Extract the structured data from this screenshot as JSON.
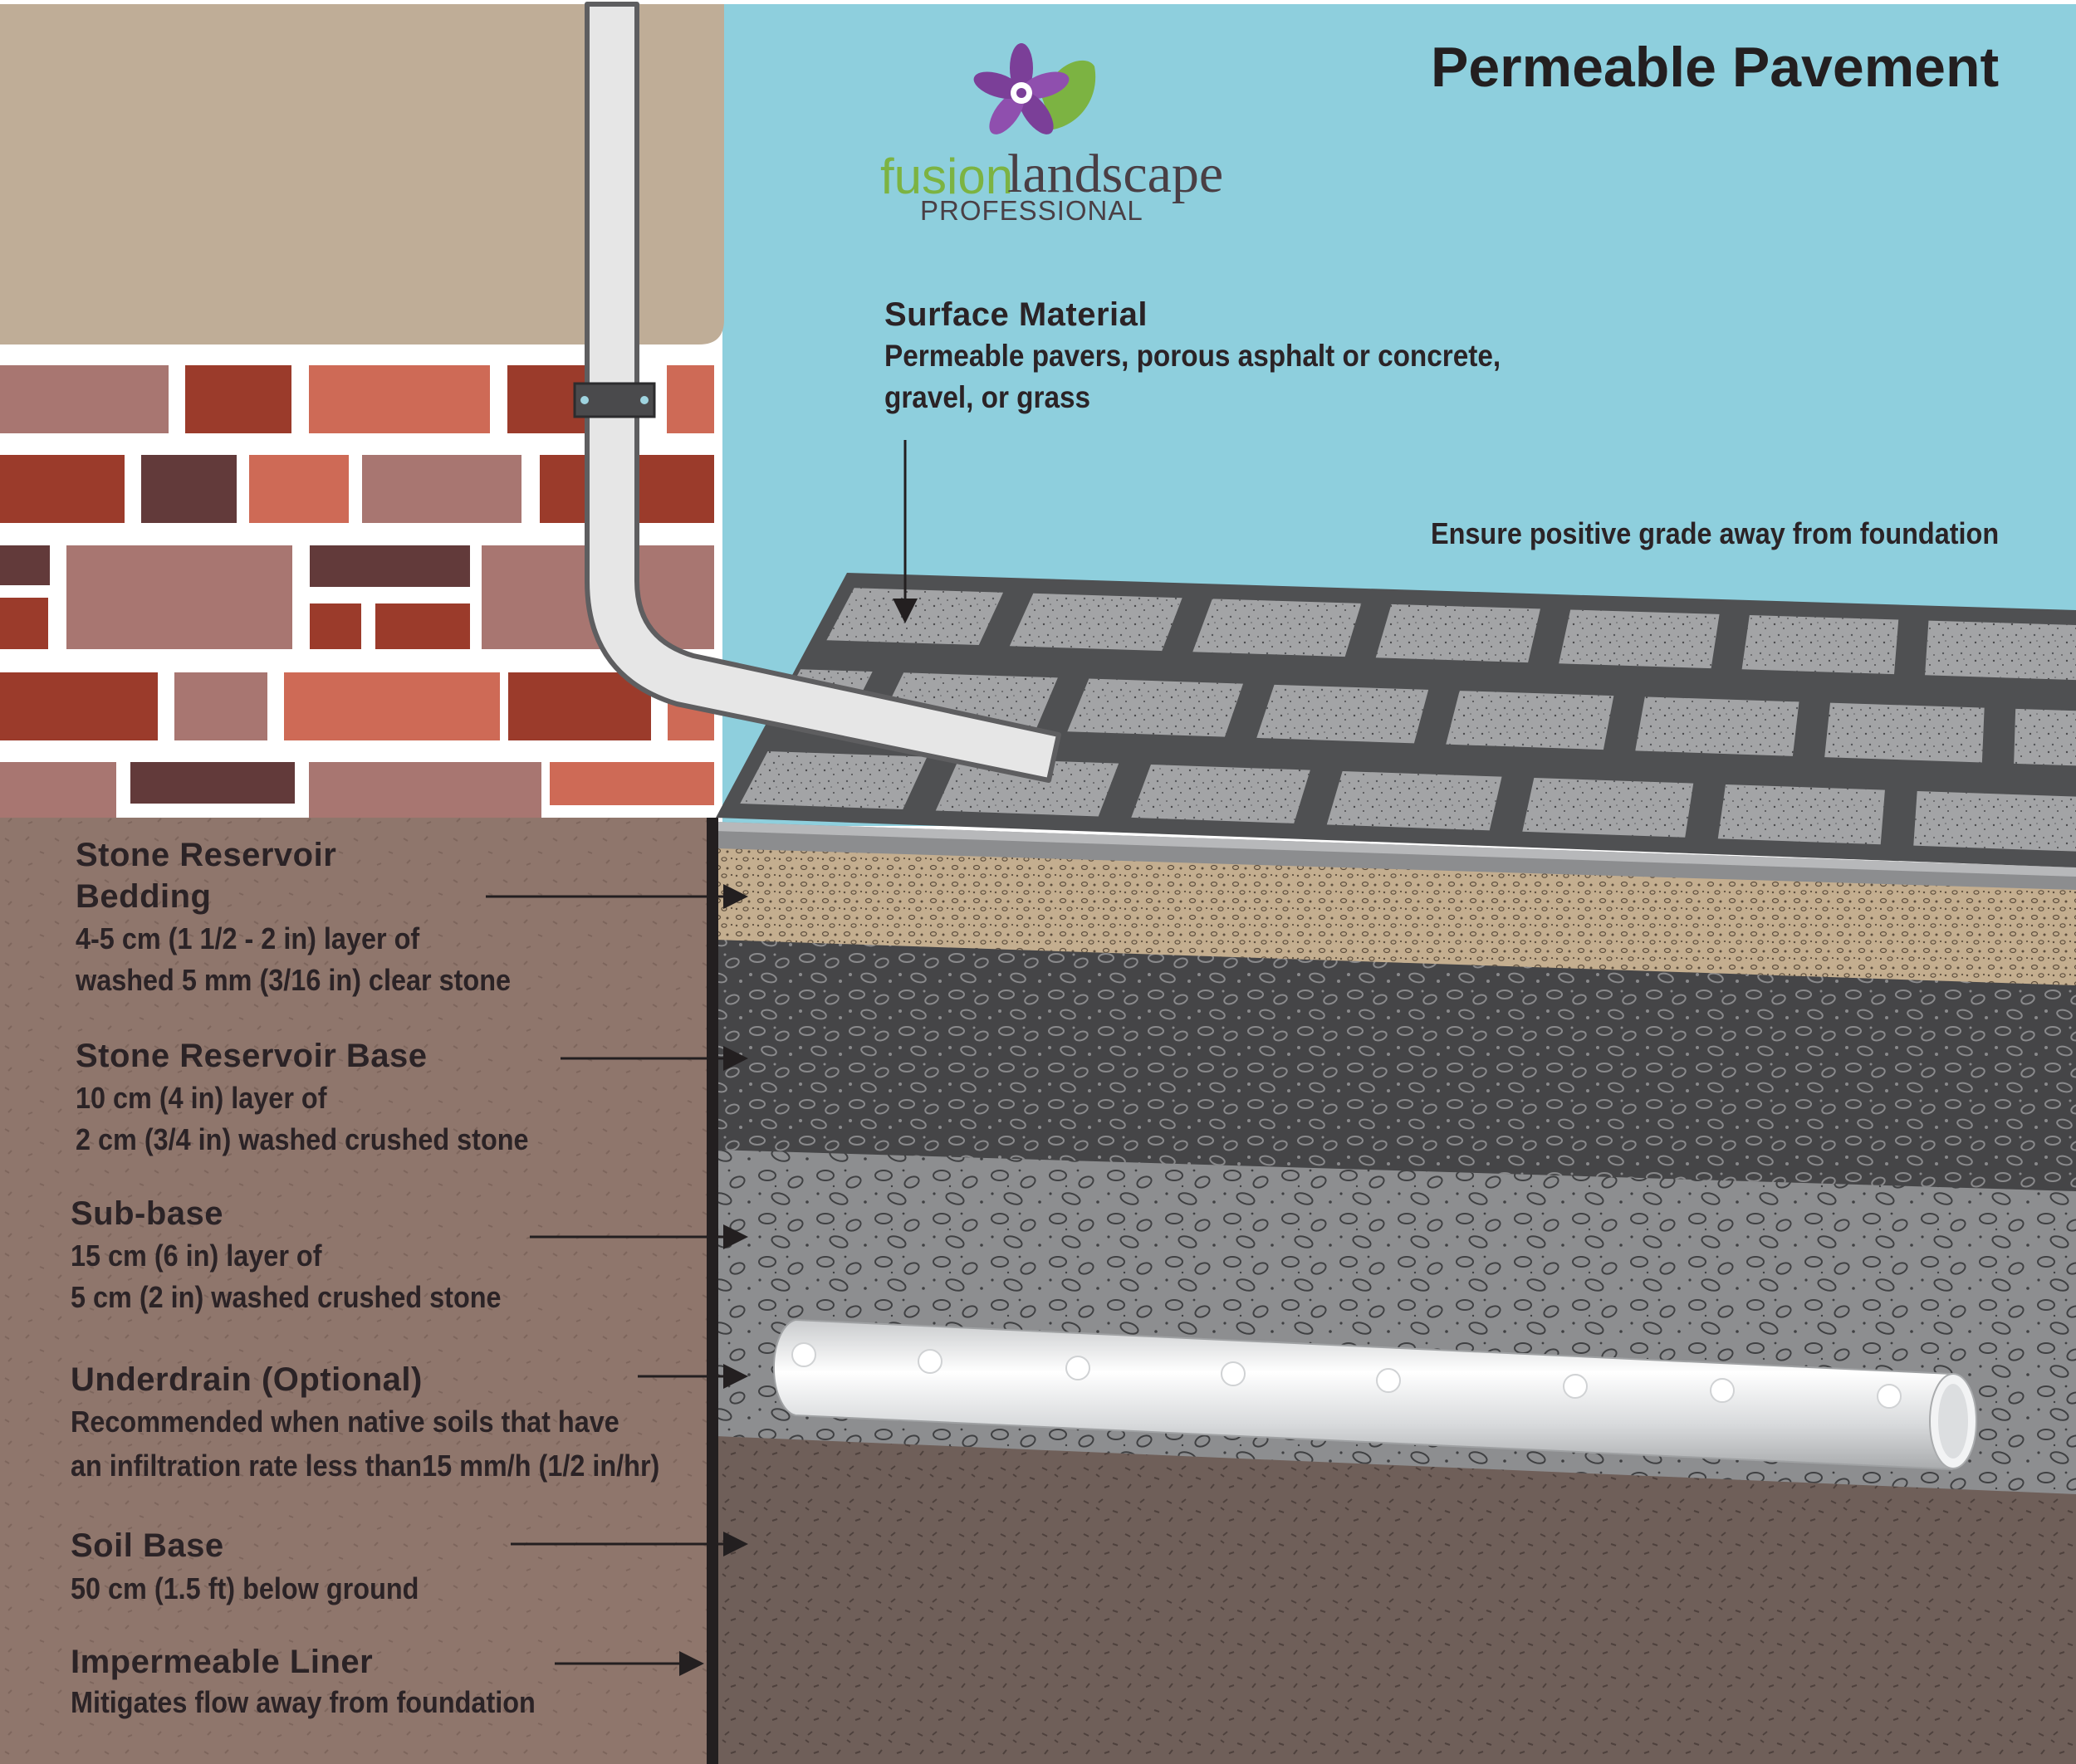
{
  "title": "Permeable Pavement",
  "logo": {
    "brand_primary": "fusion",
    "brand_secondary": "landscape",
    "tagline": "PROFESSIONAL",
    "colors": {
      "petals": "#7b3f98",
      "leaf": "#7cb342"
    }
  },
  "surface": {
    "heading": "Surface Material",
    "line1": "Permeable pavers, porous asphalt or concrete,",
    "line2": "gravel, or grass"
  },
  "grade_note": "Ensure positive grade away from foundation",
  "layers": [
    {
      "heading1": "Stone Reservoir",
      "heading2": "Bedding",
      "desc1": "4-5 cm  (1 1/2 - 2 in) layer of",
      "desc2": "washed 5 mm (3/16 in) clear stone"
    },
    {
      "heading": "Stone Reservoir Base",
      "desc1": "10 cm (4 in) layer of",
      "desc2": "2 cm (3/4 in) washed crushed stone"
    },
    {
      "heading": "Sub-base",
      "desc1": "15 cm (6 in) layer of",
      "desc2": "5 cm (2 in) washed crushed stone"
    },
    {
      "heading": "Underdrain (Optional)",
      "desc1": "Recommended when native soils that have",
      "desc2": "an infiltration rate less than15 mm/h (1/2 in/hr)"
    },
    {
      "heading": "Soil Base",
      "desc1": "50 cm (1.5 ft)  below ground"
    },
    {
      "heading": "Impermeable Liner",
      "desc1": "Mitigates flow away from foundation"
    }
  ],
  "colors": {
    "sky": "#8ecfdd",
    "siding": "#bfad97",
    "soil_panel": "#8f766c",
    "bedding": "#c4ae8f",
    "reservoir_base": "#454547",
    "sub_base": "#8d8e90",
    "soil_base": "#6f5f59",
    "paver": "#a3a4a6",
    "joint": "#4f5052",
    "brick_light": "#ce6a56",
    "brick_dark": "#9b3b2b",
    "brick_mauve": "#a87671",
    "brick_brown": "#623a3a",
    "mortar": "#ffffff",
    "downspout": "#e6e6e6"
  }
}
